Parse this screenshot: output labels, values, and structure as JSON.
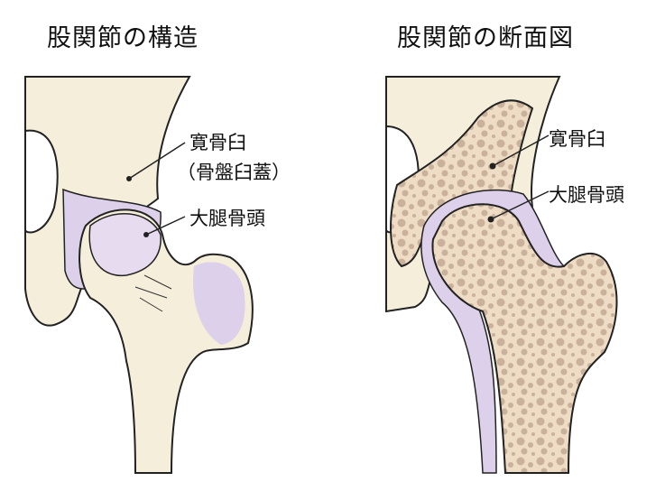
{
  "left_panel": {
    "title": "股関節の構造",
    "labels": {
      "acetabulum": "寛骨臼",
      "acetabulum_alt": "（骨盤臼蓋）",
      "femoral_head": "大腿骨頭"
    }
  },
  "right_panel": {
    "title": "股関節の断面図",
    "labels": {
      "acetabulum": "寛骨臼",
      "femoral_head": "大腿骨頭"
    }
  },
  "colors": {
    "bone": "#f4eedb",
    "bone_shade": "#e9e0c6",
    "cartilage": "#ddd0ea",
    "cancellous": "#efdcc4",
    "trabecula": "#c9b19b",
    "outline": "#222222"
  }
}
